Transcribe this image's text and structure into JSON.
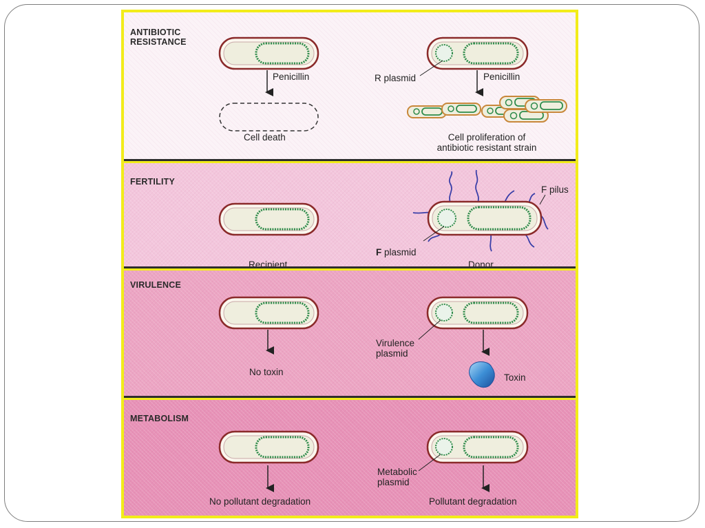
{
  "sections": {
    "antibiotic": {
      "title_line1": "ANTIBIOTIC",
      "title_line2": "RESISTANCE",
      "left_arrow_label": "Penicillin",
      "left_result": "Cell death",
      "right_plasmid_label": "R plasmid",
      "right_arrow_label": "Penicillin",
      "right_result_line1": "Cell proliferation of",
      "right_result_line2": "antibiotic resistant strain"
    },
    "fertility": {
      "title": "FERTILITY",
      "left_label": "Recipient",
      "right_label": "Donor",
      "plasmid_label_bold": "F",
      "plasmid_label_rest": " plasmid",
      "pilus_label": "F pilus"
    },
    "virulence": {
      "title": "VIRULENCE",
      "left_result": "No toxin",
      "plasmid_label_line1": "Virulence",
      "plasmid_label_line2": "plasmid",
      "right_result": "Toxin"
    },
    "metabolism": {
      "title": "METABOLISM",
      "left_result": "No pollutant degradation",
      "plasmid_label_line1": "Metabolic",
      "plasmid_label_line2": "plasmid",
      "right_result": "Pollutant degradation"
    }
  },
  "colors": {
    "cell_outline": "#8a2a2a",
    "chromosome": "#2e8b4a",
    "pilus": "#3a3fa8",
    "toxin": "#3d8fd6",
    "border": "#f2ec1a"
  }
}
